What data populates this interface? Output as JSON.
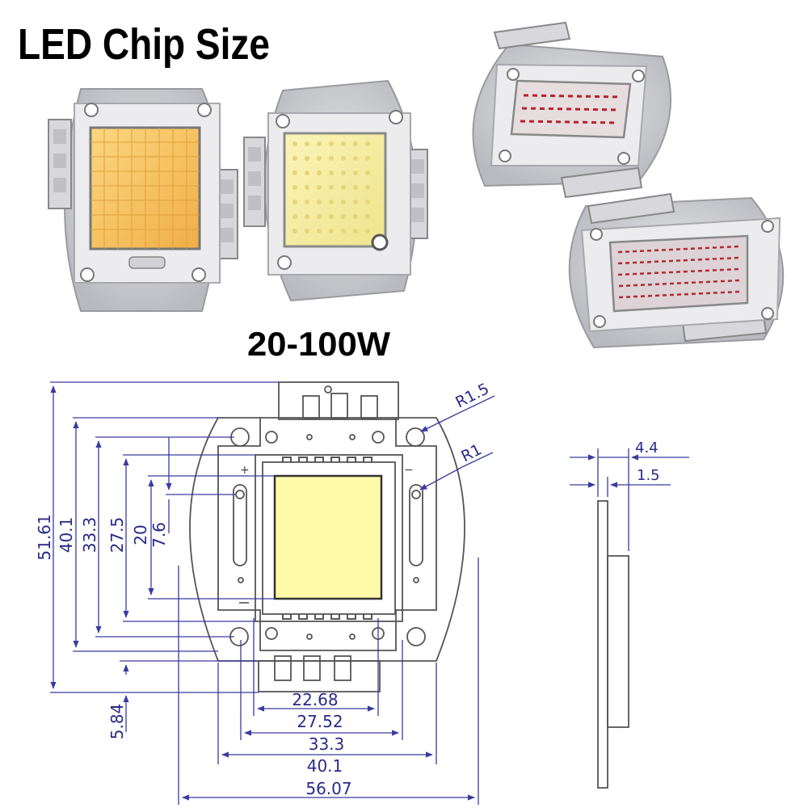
{
  "heading": {
    "title": "LED Chip Size",
    "power_range": "20-100W"
  },
  "photos": {
    "warm_chip": "warm-white-led-chip",
    "cool_chip": "cool-white-led-chip",
    "red_chip_angled": "red-led-chip-angled",
    "red_chip_flat": "red-led-chip-flat"
  },
  "front_view": {
    "height_dims": [
      "51.61",
      "40.1",
      "33.3",
      "27.5",
      "20",
      "7.6"
    ],
    "tab_height": "5.84",
    "width_dims": [
      "22.68",
      "27.52",
      "33.3",
      "40.1",
      "56.07"
    ],
    "radius_labels": [
      "R1.5",
      "R1"
    ],
    "polarity": {
      "plus": "+",
      "minus": "−"
    }
  },
  "side_view": {
    "thickness_total": "4.4",
    "thickness_base": "1.5"
  },
  "colors": {
    "dimension_line": "#3a3aa0",
    "outline": "#555555",
    "emitter_fill": "#fffaa8",
    "warm_emitter": "#f7c461",
    "cool_emitter": "#f6eea4",
    "red_emitter": "#c8bcc0"
  }
}
